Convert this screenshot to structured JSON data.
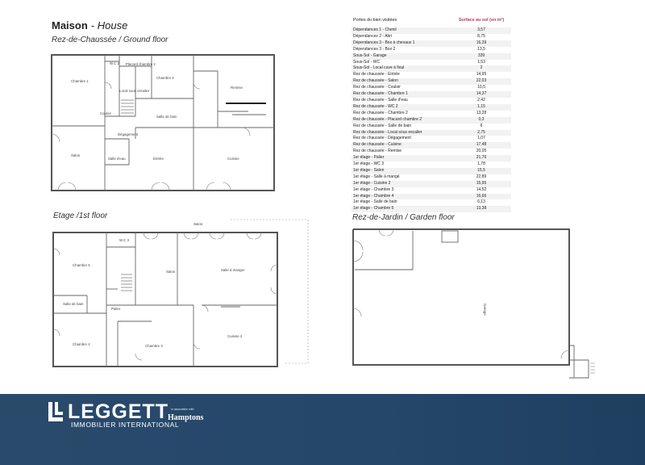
{
  "header": {
    "title": "Maison",
    "subtitle": "- House"
  },
  "labels": {
    "ground": "Rez-de-Chaussée / Ground floor",
    "first": "Etage /1st floor",
    "garden": "Rez-de-Jardin / Garden floor"
  },
  "rooms": {
    "ground": {
      "chambre1": "Chambre 1",
      "wc2": "W.C 2",
      "placard": "Placard chambre 2",
      "chambre2": "Chambre 2",
      "remise": "Remise",
      "local": "Local sous escalier",
      "couloir": "Couloir",
      "sdb": "Salle de bain",
      "degagement": "Dégagement",
      "salon": "Salon",
      "sdeau": "Salle d'eau",
      "entree": "Entrée",
      "cuisine": "Cuisine"
    },
    "first": {
      "salon_top": "Salon",
      "wc3": "W.C 3",
      "chambre5": "Chambre 5",
      "salon": "Salon",
      "salle_manger": "Salle à manger",
      "sdb": "Salle de bain",
      "palier": "Palier",
      "chambre4": "Chambre 4",
      "chambre3": "Chambre 3",
      "cuisine2": "Cuisine 2"
    },
    "garden": {
      "garage": "Garage"
    }
  },
  "table": {
    "col1": "Portes du bien visitées",
    "col2": "Surface au sol (en m²)",
    "rows": [
      [
        "Dépendances 1 - Chenil",
        "3,57"
      ],
      [
        "Dépendances 2 - Abri",
        "8,75"
      ],
      [
        "Dépendances 3 - Box à chevaux 1",
        "16,39"
      ],
      [
        "Dépendances 3 - Box 2",
        "13,5"
      ],
      [
        "Sous-Sol - Garage",
        "339"
      ],
      [
        "Sous-Sol - WC",
        "1,53"
      ],
      [
        "Sous-Sol - Local cuve à fioul",
        "2"
      ],
      [
        "Rez de chaussée - Entrée",
        "14,95"
      ],
      [
        "Rez de chaussée - Salon",
        "22,03"
      ],
      [
        "Rez de chaussée - Couloir",
        "10,5"
      ],
      [
        "Rez de chaussée - Chambre 1",
        "14,37"
      ],
      [
        "Rez de chaussée - Salle d'eau",
        "2,42"
      ],
      [
        "Rez de chaussée - WC 2",
        "1,15"
      ],
      [
        "Rez de chaussée - Chambre 2",
        "13,28"
      ],
      [
        "Rez de chaussée - Placard chambre 2",
        "0,3"
      ],
      [
        "Rez de chaussée - Salle de bain",
        "6"
      ],
      [
        "Rez de chaussée - Local sous escalier",
        "2,75"
      ],
      [
        "Rez de chaussée - Dégagement",
        "1,07"
      ],
      [
        "Rez de chaussée - Cuisine",
        "17,48"
      ],
      [
        "Rez de chaussée - Remise",
        "20,05"
      ],
      [
        "1er étage - Palier",
        "21,76"
      ],
      [
        "1er étage - WC 3",
        "1,78"
      ],
      [
        "1er étage - Salon",
        "15,5"
      ],
      [
        "1er étage - Salle à mangé",
        "22,89"
      ],
      [
        "1er étage - Cuisine 2",
        "15,95"
      ],
      [
        "1er étage - Chambre 3",
        "14,52"
      ],
      [
        "1er étage - Chambre 4",
        "16,66"
      ],
      [
        "1er étage - Salle de bain",
        "6,13"
      ],
      [
        "1er étage - Chambre 5",
        "13,38"
      ]
    ]
  },
  "footer": {
    "brand": "LEGGETT",
    "tagline": "IMMOBILIER INTERNATIONAL",
    "assoc": "in association with",
    "partner": "Hamptons"
  }
}
